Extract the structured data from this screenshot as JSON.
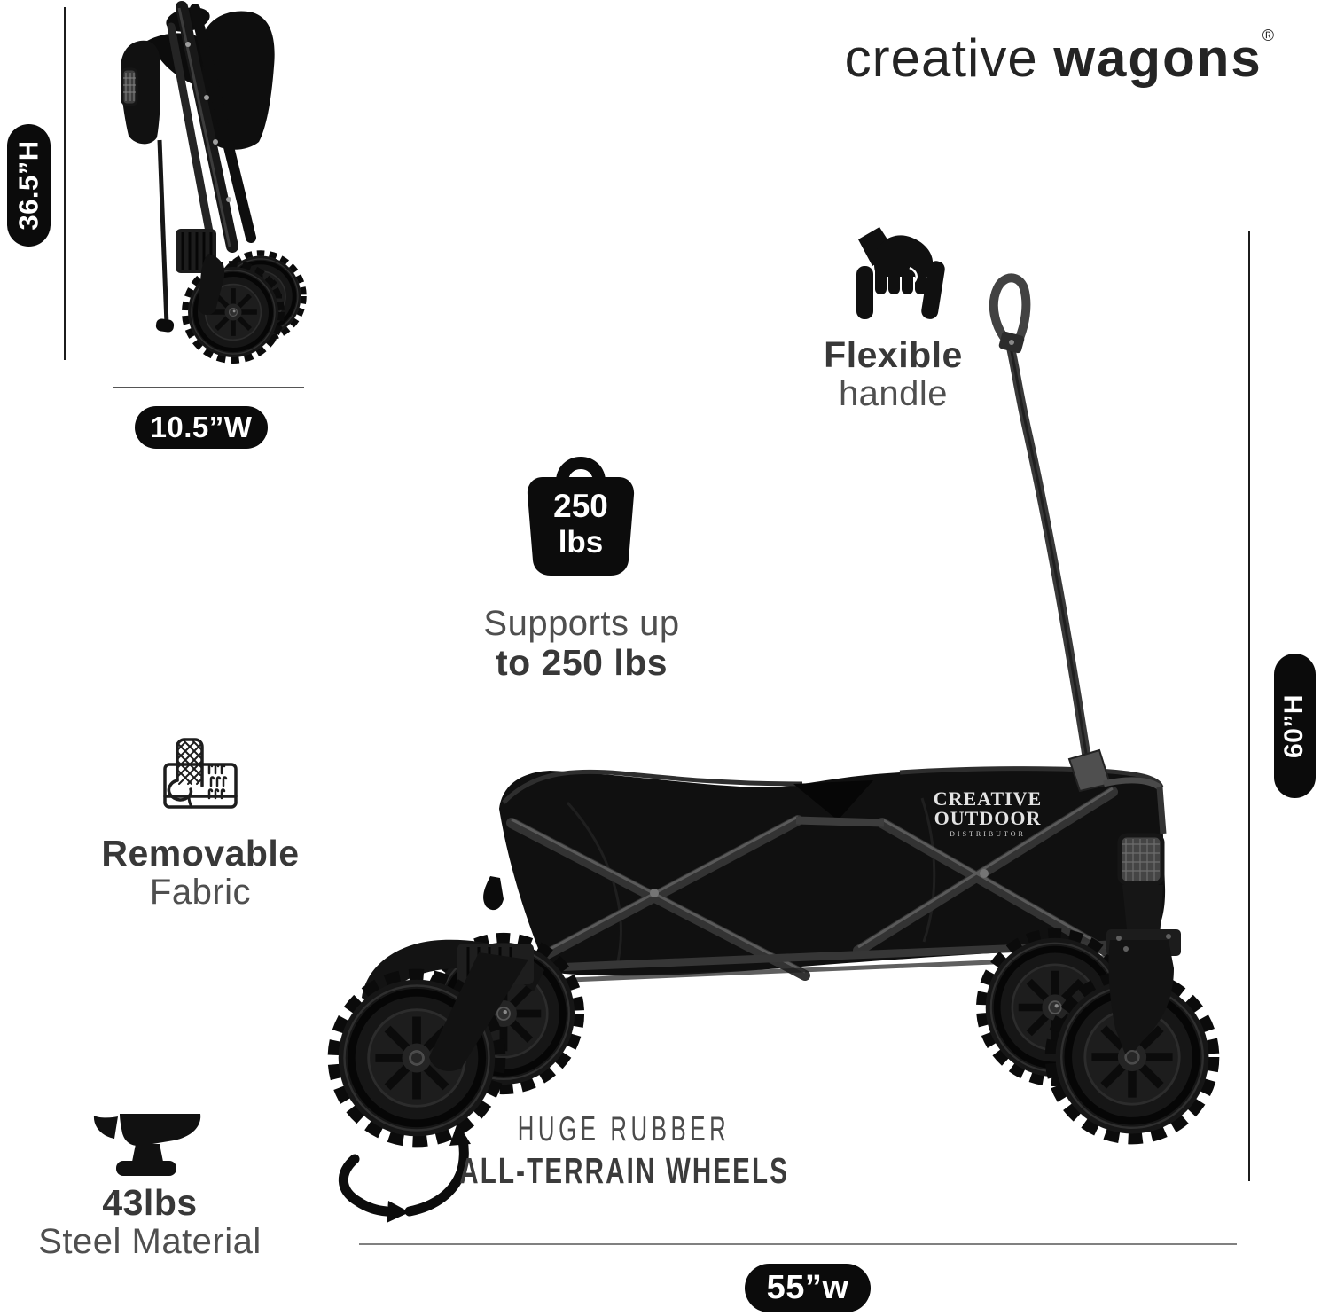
{
  "brand": {
    "logo_light": "creative",
    "logo_bold": "wagons",
    "registered": "®"
  },
  "pills": {
    "folded_height": "36.5”H",
    "folded_width": "10.5”W",
    "height": "60”H",
    "width": "55”w"
  },
  "features": {
    "handle": {
      "title": "Flexible",
      "subtitle": "handle"
    },
    "capacity": {
      "badge_line1": "250",
      "badge_line2": "lbs",
      "line1": "Supports up",
      "line2": "to 250 lbs"
    },
    "fabric": {
      "title": "Removable",
      "subtitle": "Fabric"
    },
    "steel": {
      "title": "43lbs",
      "subtitle": "Steel Material"
    },
    "wheels": {
      "line1": "HUGE RUBBER",
      "line2": "ALL-TERRAIN WHEELS"
    }
  },
  "product_patch": {
    "line1": "CREATIVE",
    "line2": "OUTDOOR",
    "line3": "DISTRIBUTOR"
  },
  "colors": {
    "pill_bg": "#0b0b0b",
    "pill_text": "#ffffff",
    "title_text": "#383838",
    "subtitle_text": "#4f4f4f",
    "line": "#1c1c1c",
    "logo_text": "#242424"
  }
}
